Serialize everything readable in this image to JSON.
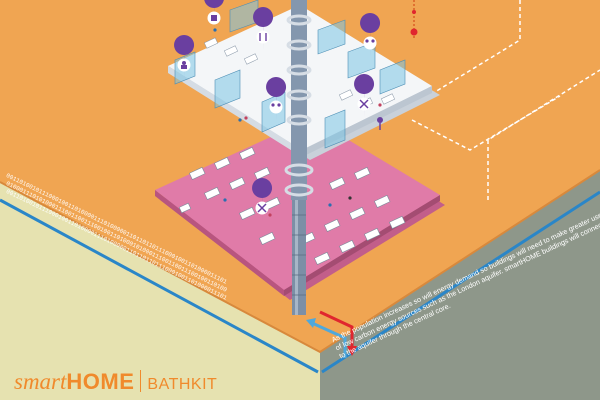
{
  "brand": {
    "smart": "smart",
    "home": "HOME",
    "kit": "BATHKIT"
  },
  "caption": "As the population increases so will energy demand so buildings will need to make greater use of low carbon energy sources such as the London aquifer. smartHOME buildings will connect to the aquifer through the central core.",
  "binary_lines": [
    "00110100101110001001101000011101000001101101101110001001101000011101",
    "01000111010100011100110011100100110100010100011100110011100100110100",
    "00110100101110001001101000011101000001101101101110001001101000011101"
  ],
  "colors": {
    "ground_top": "#F0A552",
    "ground_left": "#E6E2B0",
    "ground_right": "#8E978A",
    "aquifer_line": "#2A86C8",
    "floor_pink": "#E07BA8",
    "floor_white": "#F4F6F8",
    "brand": "#F08A2C",
    "pin": "#6A3FA0",
    "flow_hot": "#E0262E",
    "flow_cold": "#4FA8DC"
  },
  "icons": [
    "food-pin-icon",
    "dining-pin-icon",
    "people-pin-icon",
    "family-pin-icon",
    "family-pin-icon-2",
    "tools-pin-icon",
    "tools-pin-icon-2",
    "location-pin-icon"
  ]
}
